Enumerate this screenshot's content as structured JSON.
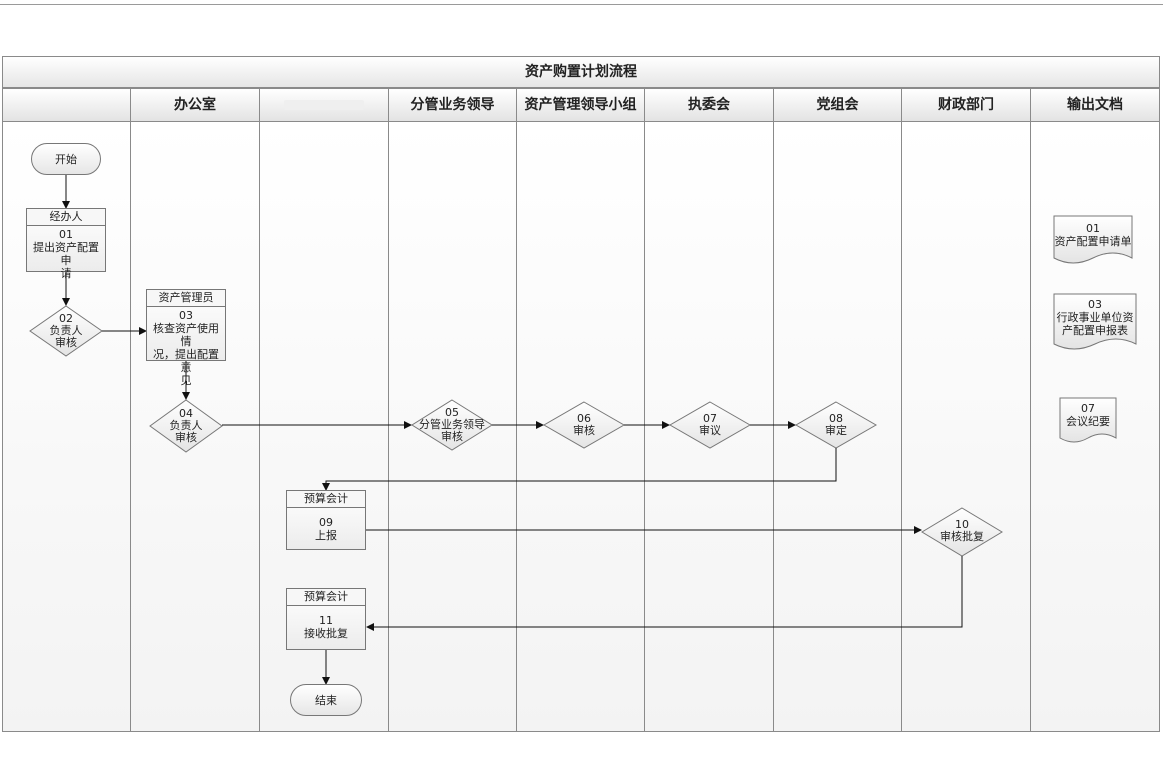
{
  "title": "资产购置计划流程",
  "lanes": [
    "",
    "办公室",
    "",
    "分管业务领导",
    "资产管理领导小组",
    "执委会",
    "党组会",
    "财政部门",
    "输出文档"
  ],
  "start_label": "开始",
  "end_label": "结束",
  "tasks": [
    {
      "role": "经办人",
      "num": "01",
      "text1": "提出资产配置申",
      "text2": "请",
      "text3": ""
    },
    {
      "role": "资产管理员",
      "num": "03",
      "text1": "核查资产使用情",
      "text2": "况，提出配置意",
      "text3": "见"
    },
    {
      "role": "预算会计",
      "num": "09",
      "text1": "上报",
      "text2": "",
      "text3": ""
    },
    {
      "role": "预算会计",
      "num": "11",
      "text1": "接收批复",
      "text2": "",
      "text3": ""
    }
  ],
  "decisions": [
    {
      "num": "02",
      "text1": "负责人",
      "text2": "审核"
    },
    {
      "num": "04",
      "text1": "负责人",
      "text2": "审核"
    },
    {
      "num": "05",
      "text1": "分管业务领导",
      "text2": "审核"
    },
    {
      "num": "06",
      "text1": "审核",
      "text2": ""
    },
    {
      "num": "07",
      "text1": "审议",
      "text2": ""
    },
    {
      "num": "08",
      "text1": "审定",
      "text2": ""
    },
    {
      "num": "10",
      "text1": "审核批复",
      "text2": ""
    }
  ],
  "documents": [
    {
      "num": "01",
      "text1": "资产配置申请单",
      "text2": ""
    },
    {
      "num": "03",
      "text1": "行政事业单位资",
      "text2": "产配置申报表"
    },
    {
      "num": "07",
      "text1": "会议纪要",
      "text2": ""
    }
  ]
}
